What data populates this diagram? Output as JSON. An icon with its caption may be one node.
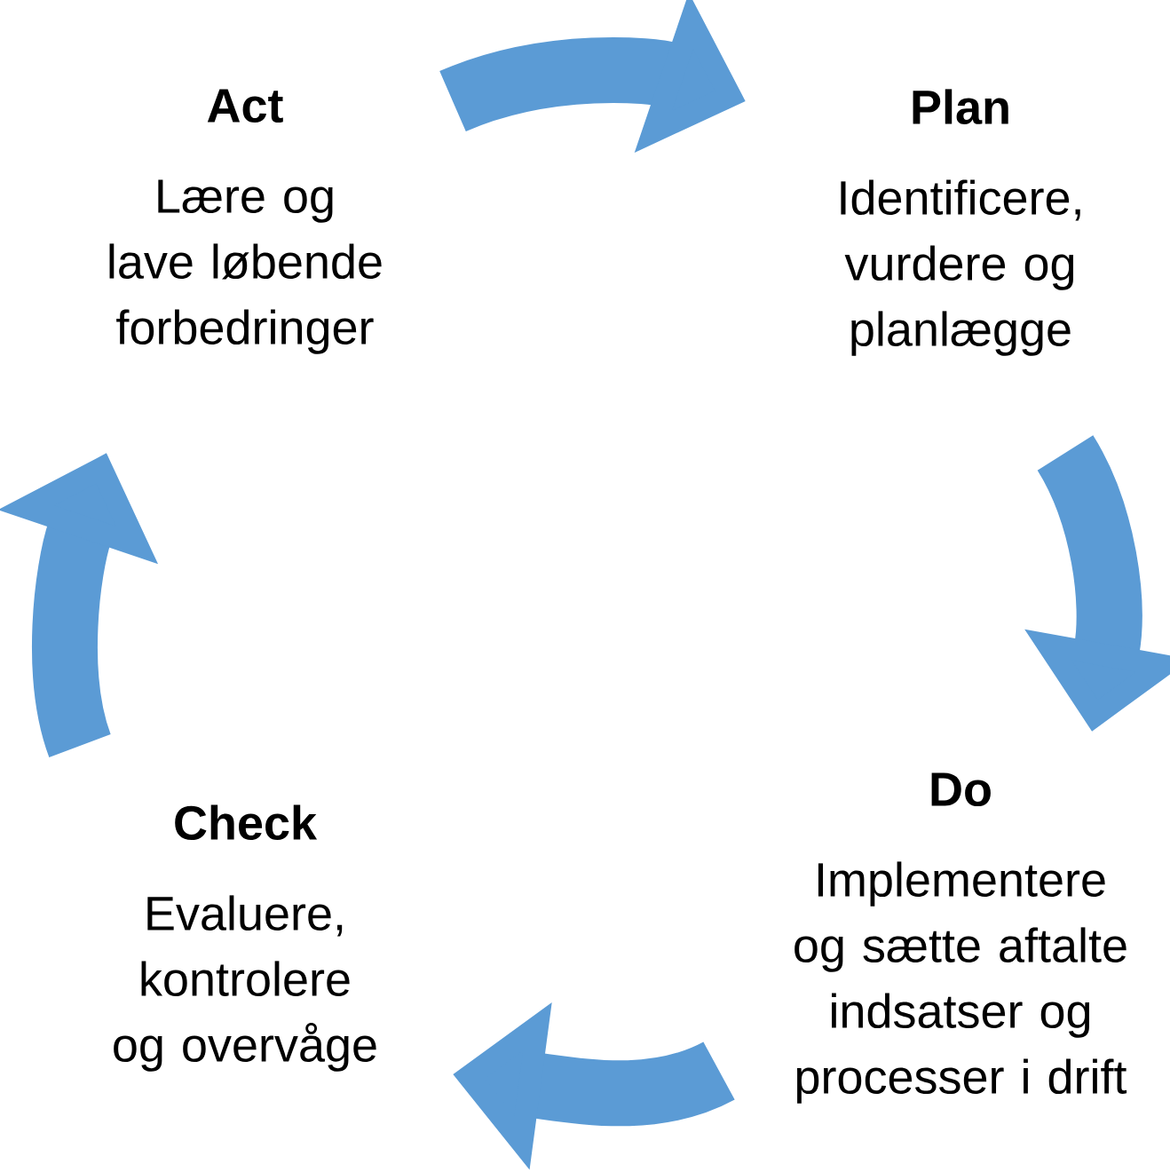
{
  "diagram": {
    "nodes": [
      {
        "text": [
          "Act",
          "Lære og lave løbende forbedringer"
        ]
      },
      {
        "text": [
          "Plan",
          "Identificere, vurdere og planlægge"
        ]
      },
      {
        "text": [
          "Do",
          "Implementere og sætte aftalte indsatser og processer i drift"
        ]
      },
      {
        "text": [
          "Check",
          "Evaluere, kontrolere og overvåge"
        ]
      }
    ],
    "edges": [
      {
        "from": 0,
        "to": 1,
        "arrow": "to"
      },
      {
        "from": 1,
        "to": 2,
        "arrow": "to"
      },
      {
        "from": 2,
        "to": 3,
        "arrow": "to"
      },
      {
        "from": 3,
        "to": 0,
        "arrow": "to"
      }
    ]
  }
}
